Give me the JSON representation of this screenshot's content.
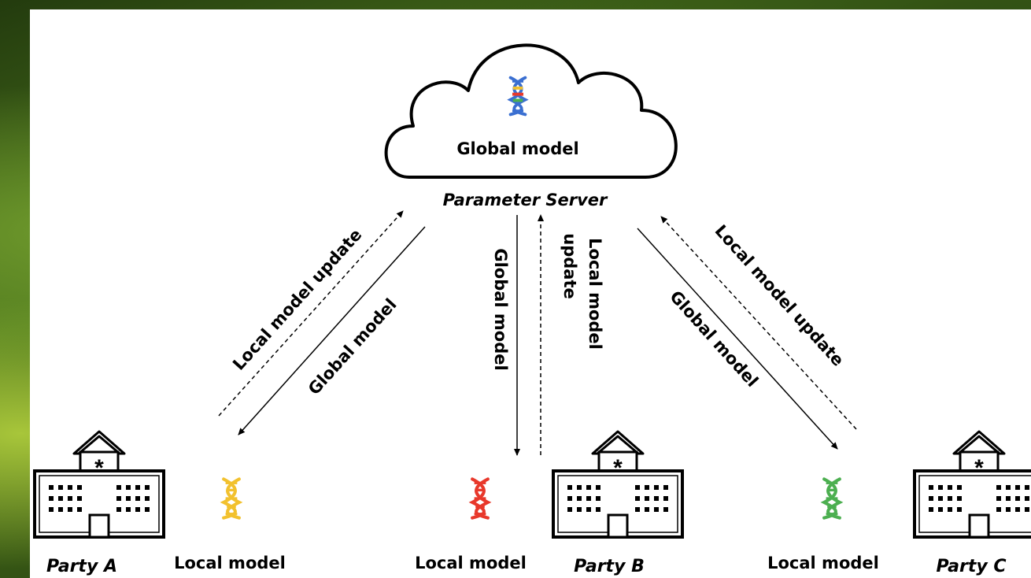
{
  "cloud": {
    "label": "Global model",
    "caption": "Parameter Server"
  },
  "arrows": {
    "a_update": "Local model update",
    "a_global": "Global model",
    "b_global": "Global model",
    "b_update_line1": "Local model",
    "b_update_line2": "update",
    "c_update": "Local model update",
    "c_global": "Global model"
  },
  "parties": [
    {
      "name": "Party A",
      "model_label": "Local model",
      "model_color": "#f2c12e"
    },
    {
      "name": "Party B",
      "model_label": "Local model",
      "model_color": "#e8382b"
    },
    {
      "name": "Party C",
      "model_label": "Local model",
      "model_color": "#4caf50"
    }
  ],
  "global_model_colors": [
    "#3a6fd1",
    "#f2c12e",
    "#e8382b",
    "#4caf50"
  ]
}
